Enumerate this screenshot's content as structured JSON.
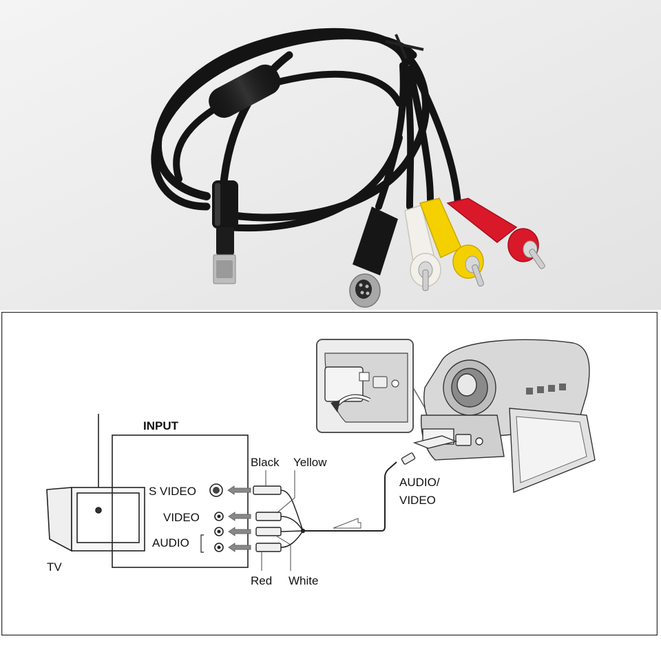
{
  "diagram": {
    "tv_label": "TV",
    "input_label": "INPUT",
    "s_video_label": "S VIDEO",
    "video_label": "VIDEO",
    "audio_label": "AUDIO",
    "black_label": "Black",
    "yellow_label": "Yellow",
    "red_label": "Red",
    "white_label": "White",
    "audio_video_line1": "AUDIO/",
    "audio_video_line2": "VIDEO"
  },
  "colors": {
    "photo_bg": "#ebebeb",
    "cable_black": "#141414",
    "plug_white": "#f2f0ea",
    "plug_yellow": "#f5d000",
    "plug_red": "#d9182a",
    "metal_tip": "#cfcfcf",
    "line_art": "#222222",
    "device_gray": "#d8d8d8"
  }
}
